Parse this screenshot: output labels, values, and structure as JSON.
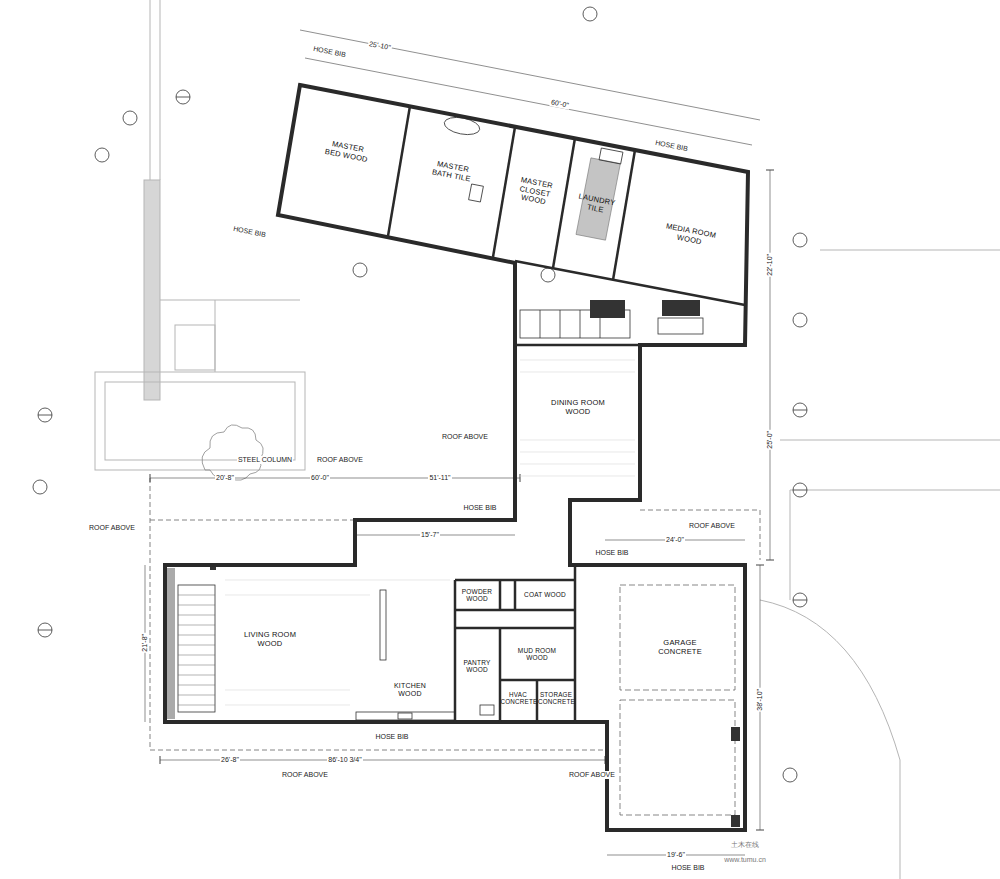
{
  "diagram": {
    "nodes": [
      {
        "text": [
          "MASTER BED WOOD"
        ]
      },
      {
        "text": [
          "MASTER BATH TILE"
        ]
      },
      {
        "text": [
          "MASTER CLOSET WOOD"
        ]
      },
      {
        "text": [
          "LAUNDRY TILE"
        ]
      },
      {
        "text": [
          "MEDIA ROOM WOOD"
        ]
      },
      {
        "text": [
          "DINING ROOM WOOD"
        ]
      },
      {
        "text": [
          "LIVING ROOM WOOD"
        ]
      },
      {
        "text": [
          "POWDER WOOD"
        ]
      },
      {
        "text": [
          "COAT WOOD"
        ]
      },
      {
        "text": [
          "MUD ROOM WOOD"
        ]
      },
      {
        "text": [
          "PANTRY WOOD"
        ]
      },
      {
        "text": [
          "KITCHEN WOOD"
        ]
      },
      {
        "text": [
          "HVAC CONCRETE"
        ]
      },
      {
        "text": [
          "STORAGE CONCRETE"
        ]
      },
      {
        "text": [
          "GARAGE CONCRETE"
        ]
      }
    ],
    "labels": [
      "HOSE BIB",
      "HOSE BIB",
      "HOSE BIB",
      "HOSE BIB",
      "HOSE BIB",
      "HOSE BIB",
      "HOSE BIB",
      "ROOF ABOVE",
      "STEEL COLUMN",
      "ROOF ABOVE",
      "ROOF ABOVE",
      "ROOF ABOVE",
      "ROOF ABOVE",
      "ROOF ABOVE",
      "60'-0\"",
      "51'-11\"",
      "20'-8\"",
      "86'-10 3/4\"",
      "26'-8\"",
      "21'-8\"",
      "38'-10\"",
      "24'-0\"",
      "19'-6\"",
      "25'-0\"",
      "22'-10\"",
      "15'-7\"",
      "25'-10\"",
      "60'-0\"",
      "土木在线",
      "www.tumu.cn"
    ]
  }
}
